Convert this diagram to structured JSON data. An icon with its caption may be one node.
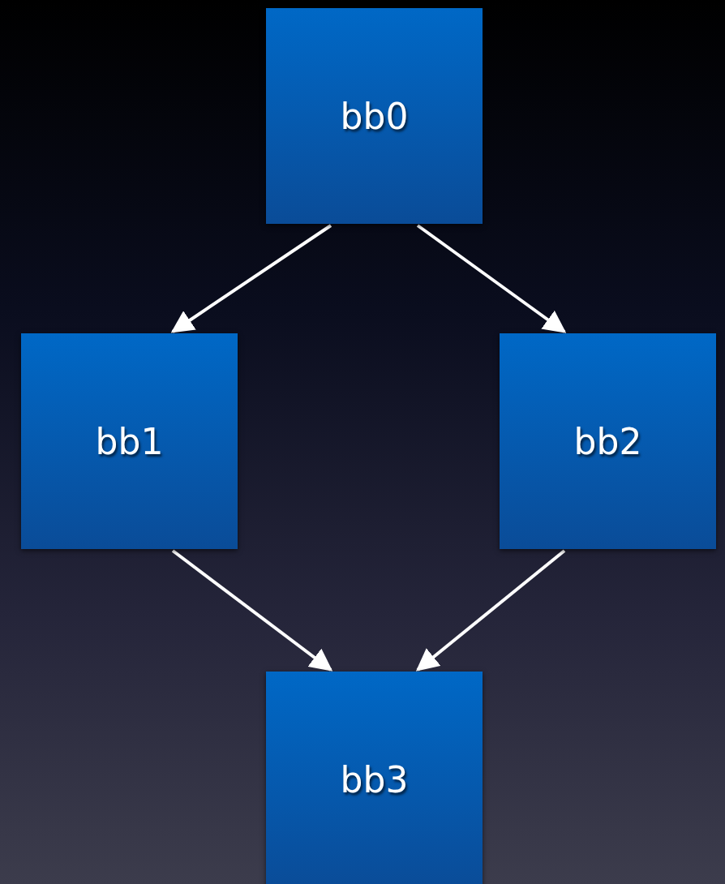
{
  "diagram": {
    "nodes": [
      {
        "text": [
          "bb0"
        ]
      },
      {
        "text": [
          "bb1"
        ]
      },
      {
        "text": [
          "bb2"
        ]
      },
      {
        "text": [
          "bb3"
        ]
      }
    ],
    "edges": [
      {
        "from": 0,
        "to": 1,
        "arrow": "to"
      },
      {
        "from": 0,
        "to": 2,
        "arrow": "to"
      },
      {
        "from": 1,
        "to": 3,
        "arrow": "to"
      },
      {
        "from": 2,
        "to": 3,
        "arrow": "to"
      }
    ]
  }
}
